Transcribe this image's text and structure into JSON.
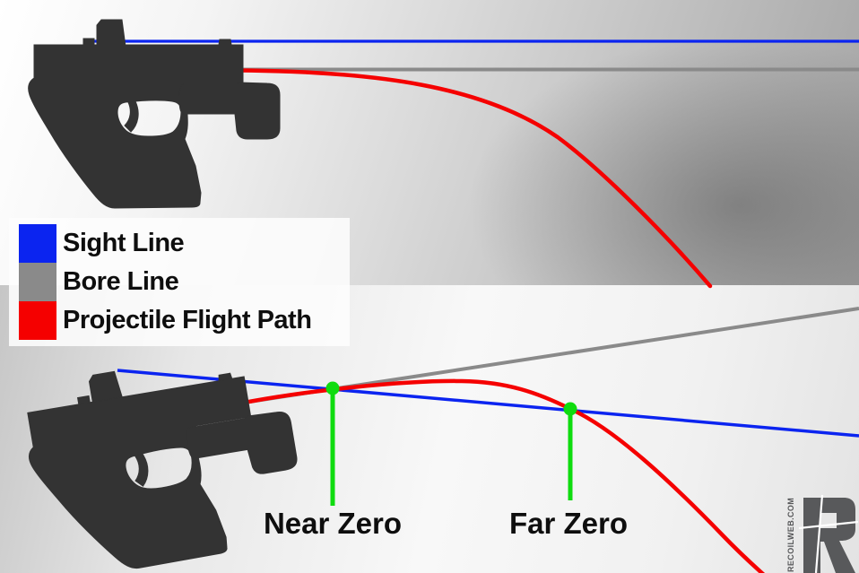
{
  "legend": {
    "items": [
      {
        "label": "Sight Line",
        "color": "#0b24f0"
      },
      {
        "label": "Bore Line",
        "color": "#8a8a8a"
      },
      {
        "label": "Projectile Flight Path",
        "color": "#f50000"
      }
    ],
    "bg": "rgba(253,253,253,0.88)"
  },
  "annotations": {
    "near_zero": "Near Zero",
    "far_zero": "Far Zero"
  },
  "watermark": {
    "site": "RECOILWEB.COM"
  },
  "colors": {
    "sight_line": "#0b24f0",
    "bore_line": "#8a8a8a",
    "flight_path": "#f50000",
    "zero_marker": "#0fdc0f",
    "gun": "#333333",
    "label_text": "#0e0e0e",
    "logo": "#58595b",
    "logo_crosshair": "#ffffff"
  },
  "icons": {
    "pistol": "handgun-silhouette-with-red-dot-optic-and-weapon-light",
    "recoil_logo": "blocky-R-with-crosshair"
  }
}
